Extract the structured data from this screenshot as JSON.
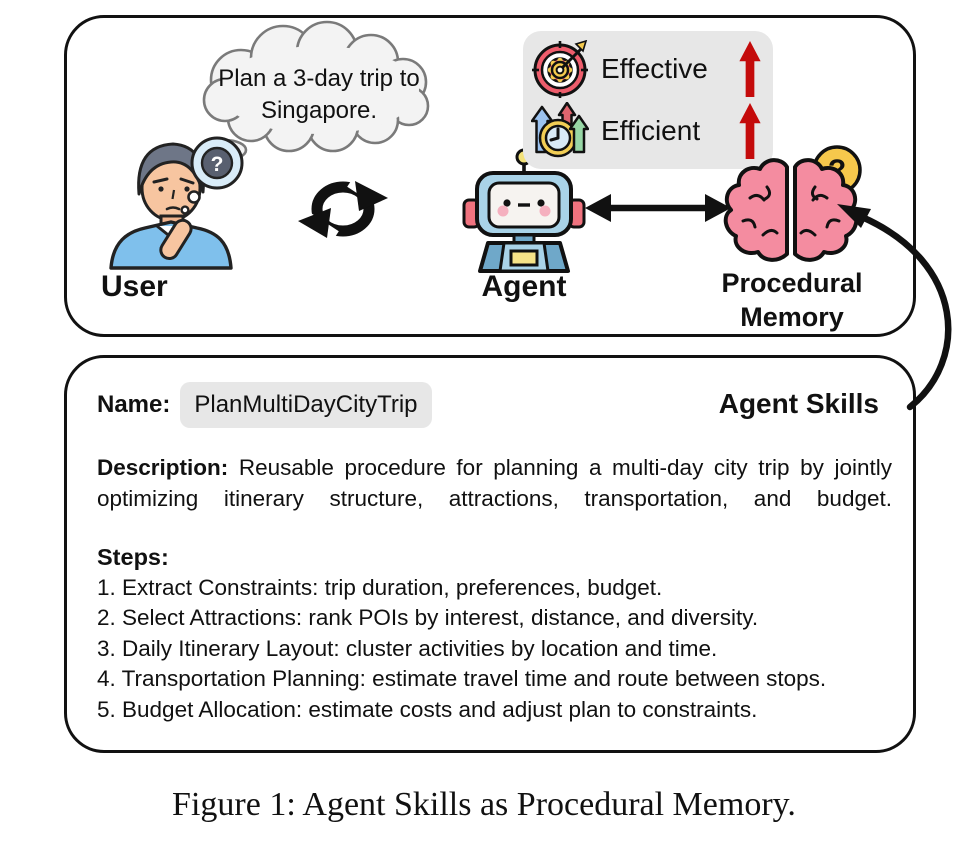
{
  "colors": {
    "box_border": "#111111",
    "badge_bg": "#e7e7e7",
    "name_highlight_bg": "#e7e7e7",
    "trend_arrow_red": "#c40b0b",
    "brain_pink": "#f48ca0",
    "question_bubble_yellow": "#f6c84c",
    "cloud_fill": "#f3f3f3"
  },
  "top_panel": {
    "thought_bubble": {
      "line1": "Plan a 3-day trip to",
      "line2": "Singapore."
    },
    "user_label": "User",
    "agent_label": "Agent",
    "memory_label": {
      "line1": "Procedural",
      "line2": "Memory"
    },
    "badge": {
      "rows": [
        {
          "icon": "target-dart-icon",
          "label": "Effective",
          "trend_icon": "red-up-arrow-icon"
        },
        {
          "icon": "clock-arrows-icon",
          "label": "Efficient",
          "trend_icon": "red-up-arrow-icon"
        }
      ]
    },
    "icons": {
      "question_mark": "?"
    }
  },
  "skill_card": {
    "heading": "Agent Skills",
    "name_label": "Name:",
    "name_value": "PlanMultiDayCityTrip",
    "description_label": "Description:",
    "description_text": "Reusable procedure for planning a multi-day city trip by jointly optimizing itinerary structure, attractions, transportation, and budget.",
    "steps_label": "Steps:",
    "steps": [
      "1. Extract Constraints: trip duration, preferences, budget.",
      "2. Select Attractions: rank POIs by interest, distance, and diversity.",
      "3. Daily Itinerary Layout: cluster activities by location and time.",
      "4. Transportation Planning: estimate travel time and route between stops.",
      "5. Budget Allocation: estimate costs and adjust plan to constraints."
    ]
  },
  "caption": "Figure 1: Agent Skills as Procedural Memory."
}
